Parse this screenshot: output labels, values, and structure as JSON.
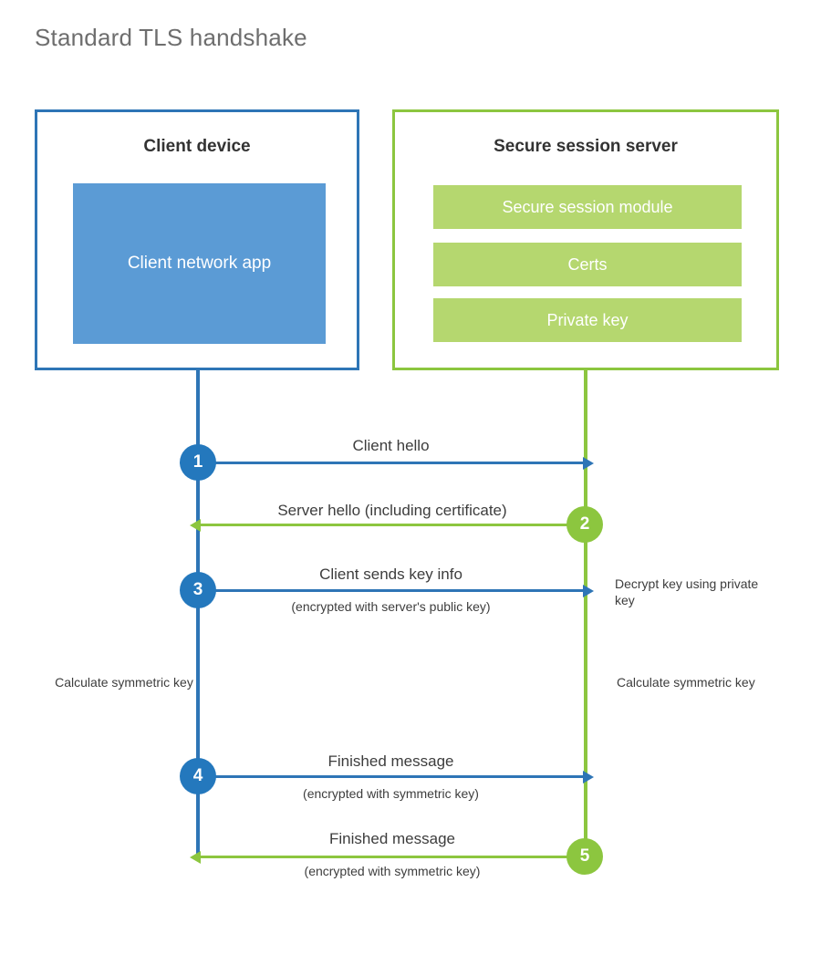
{
  "page": {
    "title": "Standard TLS handshake",
    "background": "#ffffff"
  },
  "colors": {
    "client_border": "#2e75b6",
    "client_fill": "#5b9bd5",
    "client_circle": "#2478bd",
    "server_border": "#8cc63f",
    "server_fill": "#b5d76f",
    "server_circle": "#8cc63f",
    "text": "#3d3d3d",
    "title_text": "#6e6e6e"
  },
  "client": {
    "title": "Client device",
    "app_label": "Client network app"
  },
  "server": {
    "title": "Secure session server",
    "bars": [
      {
        "label": "Secure session module"
      },
      {
        "label": "Certs"
      },
      {
        "label": "Private key"
      }
    ]
  },
  "steps": [
    {
      "number": "1",
      "label": "Client hello",
      "sublabel": "",
      "direction": "client-to-server",
      "color": "#2e75b6"
    },
    {
      "number": "2",
      "label": "Server hello (including certificate)",
      "sublabel": "",
      "direction": "server-to-client",
      "color": "#8cc63f"
    },
    {
      "number": "3",
      "label": "Client sends key info",
      "sublabel": "(encrypted with server's public key)",
      "direction": "client-to-server",
      "color": "#2e75b6"
    },
    {
      "number": "4",
      "label": "Finished message",
      "sublabel": "(encrypted with symmetric key)",
      "direction": "client-to-server",
      "color": "#2e75b6"
    },
    {
      "number": "5",
      "label": "Finished message",
      "sublabel": "(encrypted with symmetric key)",
      "direction": "server-to-client",
      "color": "#8cc63f"
    }
  ],
  "annotations": {
    "decrypt": "Decrypt key using private key",
    "client_calculate": "Calculate symmetric key",
    "server_calculate": "Calculate symmetric key"
  }
}
